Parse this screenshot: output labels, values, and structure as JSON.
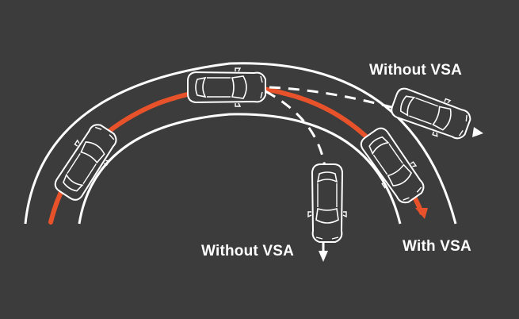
{
  "labels": {
    "without_vsa_top": "Without VSA",
    "without_vsa_bottom": "Without VSA",
    "with_vsa": "With VSA"
  },
  "colors": {
    "background": "#3c3c3c",
    "road_lines": "#ffffff",
    "vsa_path": "#e8522a",
    "car_fill": "#3c3c3c",
    "car_outline": "#ffffff",
    "label_text": "#ffffff"
  },
  "icons": {
    "car": "car-top-view-icon",
    "arrow": "arrow-head-icon"
  }
}
